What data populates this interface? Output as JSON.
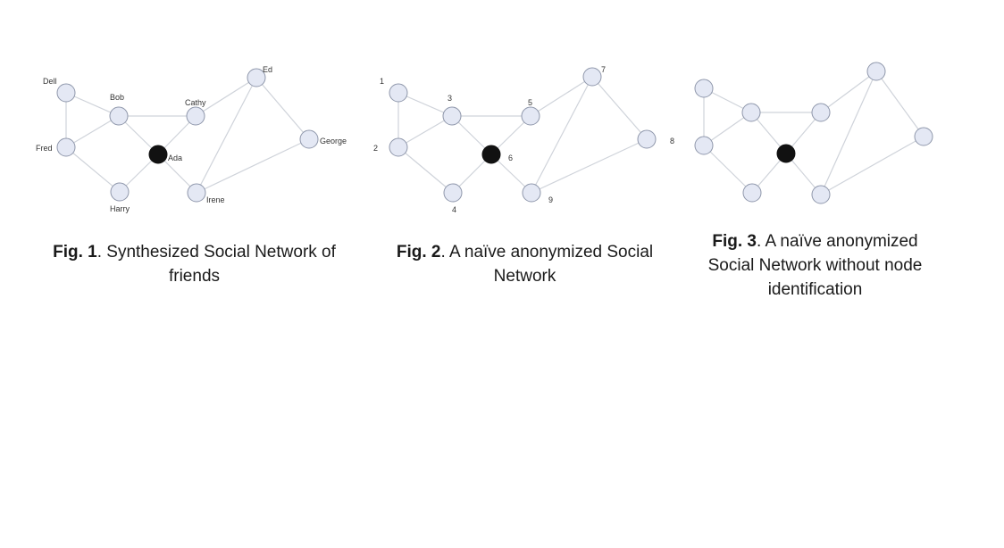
{
  "figures": [
    {
      "id": "fig1",
      "caption_bold": "Fig. 1",
      "caption_text": ". Synthesized Social Network of friends",
      "nodes": [
        {
          "id": "dell",
          "label": "Dell",
          "dark": false
        },
        {
          "id": "bob",
          "label": "Bob",
          "dark": false
        },
        {
          "id": "fred",
          "label": "Fred",
          "dark": false
        },
        {
          "id": "harry",
          "label": "Harry",
          "dark": false
        },
        {
          "id": "ada",
          "label": "Ada",
          "dark": true
        },
        {
          "id": "cathy",
          "label": "Cathy",
          "dark": false
        },
        {
          "id": "irene",
          "label": "Irene",
          "dark": false
        },
        {
          "id": "ed",
          "label": "Ed",
          "dark": false
        },
        {
          "id": "george",
          "label": "George",
          "dark": false
        }
      ]
    },
    {
      "id": "fig2",
      "caption_bold": "Fig. 2",
      "caption_text": ".  A naïve anonymized Social Network",
      "nodes": [
        {
          "id": "n1",
          "label": "1",
          "dark": false
        },
        {
          "id": "n3",
          "label": "3",
          "dark": false
        },
        {
          "id": "n2",
          "label": "2",
          "dark": false
        },
        {
          "id": "n4",
          "label": "4",
          "dark": false
        },
        {
          "id": "n6",
          "label": "6",
          "dark": true
        },
        {
          "id": "n5",
          "label": "5",
          "dark": false
        },
        {
          "id": "n9",
          "label": "9",
          "dark": false
        },
        {
          "id": "n7",
          "label": "7",
          "dark": false
        },
        {
          "id": "n8",
          "label": "8",
          "dark": false
        }
      ]
    },
    {
      "id": "fig3",
      "caption_bold": "Fig. 3",
      "caption_text": ".  A naïve anonymized Social Network without node identification",
      "nodes": [
        {
          "id": "a",
          "label": "",
          "dark": false
        },
        {
          "id": "b",
          "label": "",
          "dark": false
        },
        {
          "id": "c",
          "label": "",
          "dark": false
        },
        {
          "id": "d",
          "label": "",
          "dark": false
        },
        {
          "id": "e",
          "label": "",
          "dark": true
        },
        {
          "id": "f",
          "label": "",
          "dark": false
        },
        {
          "id": "g",
          "label": "",
          "dark": false
        },
        {
          "id": "h",
          "label": "",
          "dark": false
        },
        {
          "id": "i",
          "label": "",
          "dark": false
        }
      ]
    }
  ],
  "edges": [
    [
      "dell",
      "fred"
    ],
    [
      "dell",
      "bob"
    ],
    [
      "fred",
      "bob"
    ],
    [
      "bob",
      "cathy"
    ],
    [
      "bob",
      "ada"
    ],
    [
      "ada",
      "harry"
    ],
    [
      "ada",
      "cathy"
    ],
    [
      "ada",
      "irene"
    ],
    [
      "cathy",
      "ed"
    ],
    [
      "ed",
      "irene"
    ],
    [
      "ed",
      "george"
    ],
    [
      "irene",
      "george"
    ],
    [
      "fred",
      "harry"
    ]
  ],
  "colors": {
    "node_fill": "#e4e8f4",
    "node_stroke": "#8f97ab",
    "dark_node": "#111111",
    "edge": "#cfd3da",
    "text": "#1a1a1a"
  }
}
